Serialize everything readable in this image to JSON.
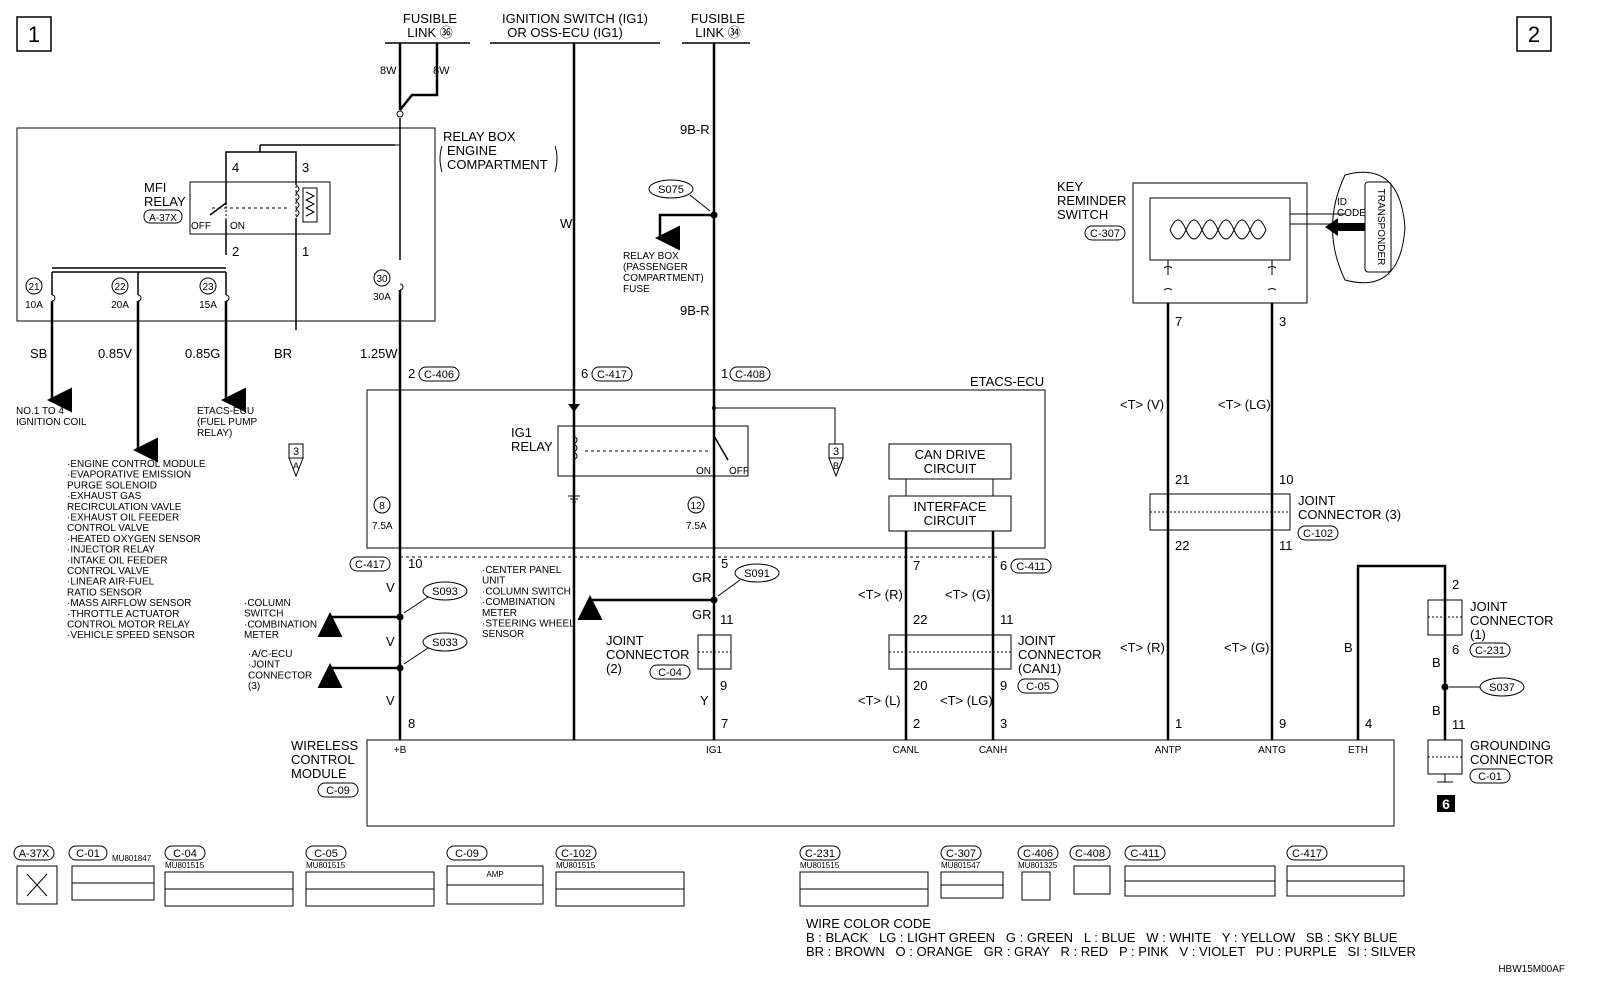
{
  "page_markers": {
    "left": "1",
    "right": "2",
    "ground_marker": "6",
    "figure_code": "HBW15M00AF"
  },
  "top_sources": {
    "fusible_36": {
      "line1": "FUSIBLE",
      "line2": "LINK ㊱"
    },
    "ignition": {
      "line1": "IGNITION SWITCH (IG1)",
      "line2": "OR OSS-ECU (IG1)"
    },
    "fusible_34": {
      "line1": "FUSIBLE",
      "line2": "LINK ㉞"
    }
  },
  "wires": {
    "w8w_left": "8W",
    "w8w_right": "8W",
    "w9br_top": "9B-R",
    "w9br_bottom": "9B-R",
    "ww": "W",
    "sb": "SB",
    "v085": "0.85V",
    "g085": "0.85G",
    "br": "BR",
    "w125": "1.25W",
    "v1": "V",
    "v2": "V",
    "v3": "V",
    "gr1": "GR",
    "gr2": "GR",
    "y": "Y",
    "tr": "<T> (R)",
    "tg": "<T> (G)",
    "tl": "<T> (L)",
    "tlg": "<T> (LG)",
    "tv": "<T> (V)",
    "tlg2": "<T> (LG)",
    "tr2": "<T> (R)",
    "tg2": "<T> (G)",
    "b1": "B",
    "b2": "B",
    "b3": "B"
  },
  "relay_box": {
    "line1": "RELAY BOX",
    "line2": "ENGINE",
    "line3": "COMPARTMENT"
  },
  "mfi_relay": {
    "line1": "MFI",
    "line2": "RELAY",
    "code": "A-37X",
    "off": "OFF",
    "on": "ON",
    "pin4": "4",
    "pin3": "3",
    "pin2": "2",
    "pin1": "1"
  },
  "fuses": [
    {
      "num": "21",
      "amp": "10A"
    },
    {
      "num": "22",
      "amp": "20A"
    },
    {
      "num": "23",
      "amp": "15A"
    },
    {
      "num": "30",
      "amp": "30A"
    },
    {
      "num": "8",
      "amp": "7.5A"
    },
    {
      "num": "12",
      "amp": "7.5A"
    }
  ],
  "destinations": {
    "ign_coil": {
      "line1": "NO.1 TO 4",
      "line2": "IGNITION COIL"
    },
    "etacs_fuel": {
      "line1": "ETACS-ECU",
      "line2": "(FUEL PUMP",
      "line3": "RELAY)"
    },
    "pass_fuse": {
      "line1": "RELAY BOX",
      "line2": "(PASSENGER",
      "line3": "COMPARTMENT)",
      "line4": "FUSE"
    },
    "ecm_list": [
      "·ENGINE CONTROL MODULE",
      "·EVAPORATIVE EMISSION",
      "  PURGE SOLENOID",
      "·EXHAUST GAS",
      "  RECIRCULATION VAVLE",
      "·EXHAUST OIL FEEDER",
      "  CONTROL VALVE",
      "·HEATED OXYGEN SENSOR",
      "·INJECTOR RELAY",
      "·INTAKE OIL FEEDER",
      "  CONTROL VALVE",
      "·LINEAR AIR-FUEL",
      "  RATIO SENSOR",
      "·MASS AIRFLOW SENSOR",
      "·THROTTLE ACTUATOR",
      "  CONTROL MOTOR RELAY",
      "·VEHICLE SPEED SENSOR"
    ],
    "column_list": [
      "·COLUMN",
      "  SWITCH",
      "·COMBINATION",
      "  METER"
    ],
    "ac_list": [
      "·A/C-ECU",
      "·JOINT",
      "  CONNECTOR",
      "  (3)"
    ],
    "center_list": [
      "·CENTER PANEL",
      "  UNIT",
      "·COLUMN SWITCH",
      "·COMBINATION",
      "  METER",
      "·STEERING WHEEL",
      "  SENSOR"
    ]
  },
  "ref_3a": {
    "num": "3",
    "letter": "A"
  },
  "ref_3b": {
    "num": "3",
    "letter": "B"
  },
  "splices": {
    "s075": "S075",
    "s093": "S093",
    "s033": "S033",
    "s091": "S091",
    "s037": "S037"
  },
  "etacs": {
    "title": "ETACS-ECU",
    "ig1_line1": "IG1",
    "ig1_line2": "RELAY",
    "on": "ON",
    "off": "OFF",
    "can_drive_1": "CAN DRIVE",
    "can_drive_2": "CIRCUIT",
    "interface_1": "INTERFACE",
    "interface_2": "CIRCUIT"
  },
  "pins": {
    "c406_pin": "2",
    "c406": "C-406",
    "c417_pin_top": "6",
    "c417_top": "C-417",
    "c408_pin": "1",
    "c408": "C-408",
    "c417_bottom": "C-417",
    "p10": "10",
    "p5": "5",
    "p11a": "11",
    "p9a": "9",
    "p7a": "7",
    "p22a": "22",
    "p20": "20",
    "p2": "2",
    "c411": "C-411",
    "p6": "6",
    "p11b": "11",
    "p9b": "9",
    "p3": "3",
    "p8": "8",
    "p7": "7",
    "p3k": "3",
    "p7k": "7",
    "p21": "21",
    "p22k": "22",
    "p10k": "10",
    "p11k": "11",
    "p1": "1",
    "p9k": "9",
    "p4": "4",
    "p2j": "2",
    "p6j": "6",
    "p11j": "11"
  },
  "joint_c04": {
    "line1": "JOINT",
    "line2": "CONNECTOR",
    "line3": "(2)",
    "code": "C-04"
  },
  "joint_c05": {
    "line1": "JOINT",
    "line2": "CONNECTOR",
    "line3": "(CAN1)",
    "code": "C-05"
  },
  "joint_c102": {
    "line1": "JOINT",
    "line2": "CONNECTOR (3)",
    "code": "C-102"
  },
  "joint_c231": {
    "line1": "JOINT",
    "line2": "CONNECTOR",
    "line3": "(1)",
    "code": "C-231"
  },
  "grounding": {
    "line1": "GROUNDING",
    "line2": "CONNECTOR",
    "code": "C-01"
  },
  "key_reminder": {
    "line1": "KEY",
    "line2": "REMINDER",
    "line3": "SWITCH",
    "code": "C-307",
    "id1": "ID",
    "id2": "CODE",
    "transponder": "TRANSPONDER"
  },
  "wcm": {
    "line1": "WIRELESS",
    "line2": "CONTROL",
    "line3": "MODULE",
    "code": "C-09",
    "term_b": "+B",
    "term_ig1": "IG1",
    "term_canl": "CANL",
    "term_canh": "CANH",
    "term_antp": "ANTP",
    "term_antg": "ANTG",
    "term_eth": "ETH"
  },
  "connectors": [
    {
      "code": "A-37X",
      "part": ""
    },
    {
      "code": "C-01",
      "part": "MU801847"
    },
    {
      "code": "C-04",
      "part": "MU801515"
    },
    {
      "code": "C-05",
      "part": "MU801515"
    },
    {
      "code": "C-09",
      "part": "AMP"
    },
    {
      "code": "C-102",
      "part": "MU801515"
    },
    {
      "code": "C-231",
      "part": "MU801515"
    },
    {
      "code": "C-307",
      "part": "MU801547"
    },
    {
      "code": "C-406",
      "part": "MU801325"
    },
    {
      "code": "C-408",
      "part": ""
    },
    {
      "code": "C-411",
      "part": ""
    },
    {
      "code": "C-417",
      "part": ""
    }
  ],
  "color_code": {
    "title": "WIRE COLOR CODE",
    "row1": "B : BLACK   LG : LIGHT GREEN   G : GREEN   L : BLUE   W : WHITE   Y : YELLOW   SB : SKY BLUE",
    "row2": "BR : BROWN   O : ORANGE   GR : GRAY   R : RED   P : PINK   V : VIOLET   PU : PURPLE   SI : SILVER"
  }
}
